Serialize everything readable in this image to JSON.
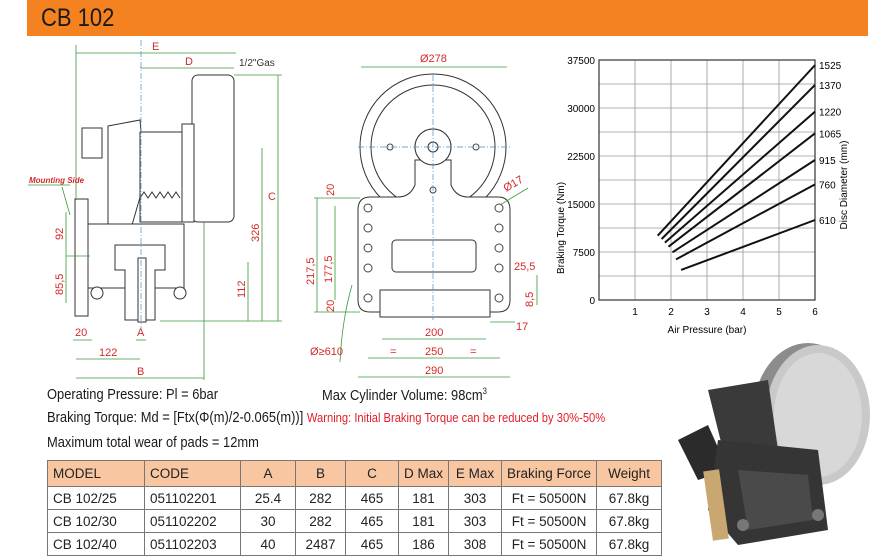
{
  "header": {
    "title": "CB 102",
    "accent": "#f58220"
  },
  "side_view": {
    "labels": {
      "E": "E",
      "D": "D",
      "gas": "1/2\"Gas",
      "C": "C",
      "d326": "326",
      "d112": "112",
      "mounting": "Mounting Side",
      "d92": "92",
      "d85": "85,5",
      "d20": "20",
      "A": "A",
      "d122": "122",
      "B": "B"
    }
  },
  "front_view": {
    "labels": {
      "d278": "Ø278",
      "d20a": "20",
      "d217": "217,5",
      "d177": "177,5",
      "d20b": "20",
      "d17a": "Ø17",
      "d25": "25,5",
      "d8": "8,5",
      "d17b": "17",
      "d200": "200",
      "d250": "250",
      "eq": "=",
      "d290": "290",
      "d610": "Ø≥610"
    }
  },
  "specs": {
    "operating_pressure": "Operating Pressure: Pl = 6bar",
    "cylinder_volume": "Max Cylinder Volume: 98cm",
    "cylinder_volume_sup": "3",
    "braking_torque": "Braking Torque: Md = [Ftx(Φ(m)/2-0.065(m))]",
    "warning": "Warning: Initial Braking Torque can be reduced by 30%-50%",
    "max_wear": "Maximum total wear of pads = 12mm"
  },
  "table": {
    "headers": [
      "MODEL",
      "CODE",
      "A",
      "B",
      "C",
      "D Max",
      "E Max",
      "Braking Force",
      "Weight"
    ],
    "rows": [
      [
        "CB 102/25",
        "051102201",
        "25.4",
        "282",
        "465",
        "181",
        "303",
        "Ft = 50500N",
        "67.8kg"
      ],
      [
        "CB 102/30",
        "051102202",
        "30",
        "282",
        "465",
        "181",
        "303",
        "Ft = 50500N",
        "67.8kg"
      ],
      [
        "CB 102/40",
        "051102203",
        "40",
        "2487",
        "465",
        "186",
        "308",
        "Ft = 50500N",
        "67.8kg"
      ]
    ]
  },
  "chart_data": {
    "type": "line",
    "title": "",
    "xlabel": "Air Pressure (bar)",
    "ylabel": "Braking Torque (Nm)",
    "y2label": "Disc Diameter (mm)",
    "xlim": [
      0,
      6
    ],
    "ylim": [
      0,
      37500
    ],
    "xticks": [
      "1",
      "2",
      "3",
      "4",
      "5",
      "6"
    ],
    "yticks": [
      "0",
      "7500",
      "15000",
      "22500",
      "30000",
      "37500"
    ],
    "grid": true,
    "series": [
      {
        "name": "1525",
        "x": [
          1.63,
          6
        ],
        "y": [
          10050,
          36700
        ]
      },
      {
        "name": "1370",
        "x": [
          1.74,
          6
        ],
        "y": [
          9530,
          33600
        ]
      },
      {
        "name": "1220",
        "x": [
          1.83,
          6
        ],
        "y": [
          8960,
          29430
        ]
      },
      {
        "name": "1065",
        "x": [
          1.93,
          6
        ],
        "y": [
          8330,
          26040
        ]
      },
      {
        "name": "915",
        "x": [
          2.04,
          6
        ],
        "y": [
          7450,
          21875
        ]
      },
      {
        "name": "760",
        "x": [
          2.14,
          6
        ],
        "y": [
          6350,
          18070
        ]
      },
      {
        "name": "610",
        "x": [
          2.28,
          6
        ],
        "y": [
          4690,
          12500
        ]
      }
    ]
  }
}
